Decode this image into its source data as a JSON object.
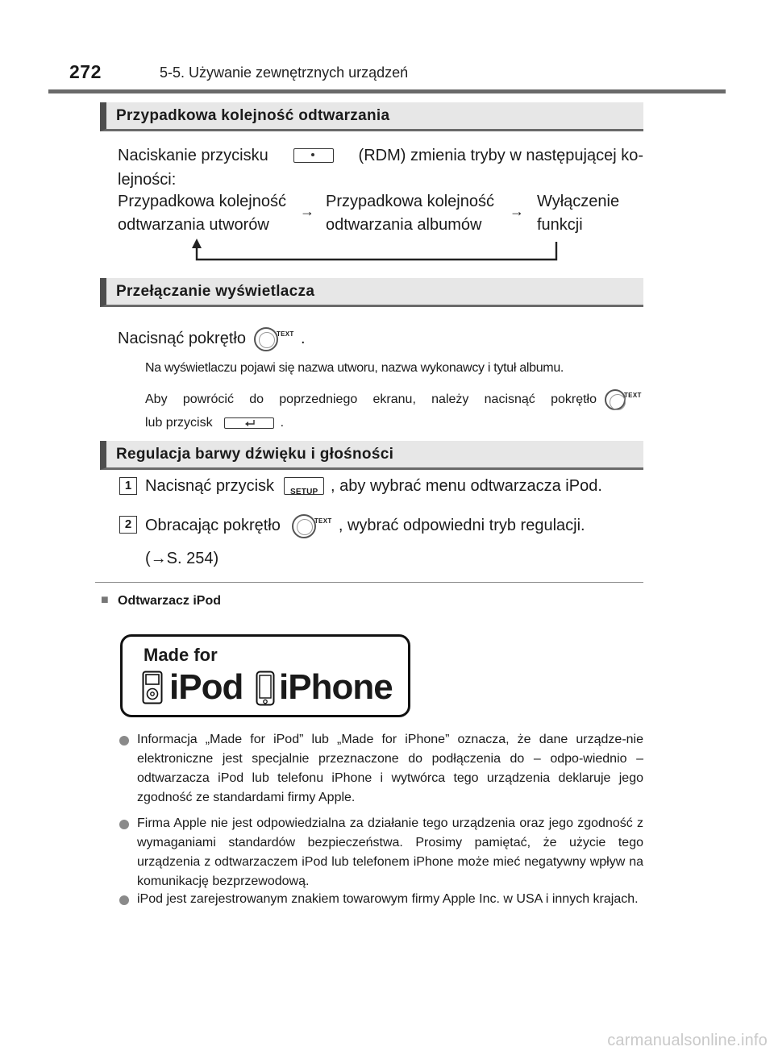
{
  "header": {
    "page_number": "272",
    "chapter_title": "5-5. Używanie zewnętrznych urządzeń"
  },
  "section_random": {
    "title": "Przypadkowa kolejność odtwarzania",
    "text_before": "Naciskanie przycisku",
    "text_after": "(RDM) zmienia tryby w następującej ko-",
    "text_line2": "lejności:",
    "flow": [
      {
        "line1": "Przypadkowa kolejność",
        "line2": "odtwarzania utworów"
      },
      {
        "line1": "Przypadkowa kolejność",
        "line2": "odtwarzania albumów"
      },
      {
        "line1": "Wyłączenie",
        "line2": "funkcji"
      }
    ],
    "arrow_glyph": "→"
  },
  "section_display": {
    "title": "Przełączanie wyświetlacza",
    "instruction_before": "Nacisnąć pokrętło",
    "instruction_after": ".",
    "knob_label": "TEXT",
    "note1": "Na wyświetlaczu pojawi się nazwa utworu, nazwa wykonawcy i tytuł albumu.",
    "note2_line1": "Aby powrócić do poprzedniego ekranu, należy nacisnąć pokrętło",
    "note2_line2_before": "lub przycisk",
    "note2_line2_after": "."
  },
  "section_sound": {
    "title": "Regulacja barwy dźwięku i głośności",
    "steps": [
      {
        "num": "1",
        "before": "Nacisnąć przycisk",
        "after": ", aby wybrać menu odtwarzacza iPod.",
        "button_label": "SETUP"
      },
      {
        "num": "2",
        "before": "Obracając pokrętło",
        "after": ", wybrać odpowiedni tryb regulacji."
      }
    ],
    "ref": "(→S. 254)"
  },
  "ipod_section": {
    "marker": "■",
    "title": "Odtwarzacz iPod",
    "logo": {
      "made_for": "Made for",
      "ipod": "iPod",
      "iphone": "iPhone"
    },
    "bullets": [
      "Informacja „Made for iPod” lub „Made for iPhone” oznacza, że dane urządze-nie elektroniczne jest specjalnie przeznaczone do podłączenia do – odpo-wiednio – odtwarzacza iPod lub telefonu iPhone i wytwórca tego urządzenia deklaruje jego zgodność ze standardami firmy Apple.",
      "Firma Apple nie jest odpowiedzialna za działanie tego urządzenia oraz jego zgodność z wymaganiami standardów bezpieczeństwa. Prosimy pamiętać, że użycie tego urządzenia z odtwarzaczem iPod lub telefonem iPhone może mieć negatywny wpływ na komunikację bezprzewodową.",
      "iPod jest zarejestrowanym znakiem towarowym firmy Apple Inc. w USA i innych krajach."
    ]
  },
  "watermark": "carmanualsonline.info",
  "colors": {
    "section_bar_bg": "#e7e7e7",
    "section_bar_accent": "#4d4d4d",
    "bullet": "#8a8a8a"
  }
}
